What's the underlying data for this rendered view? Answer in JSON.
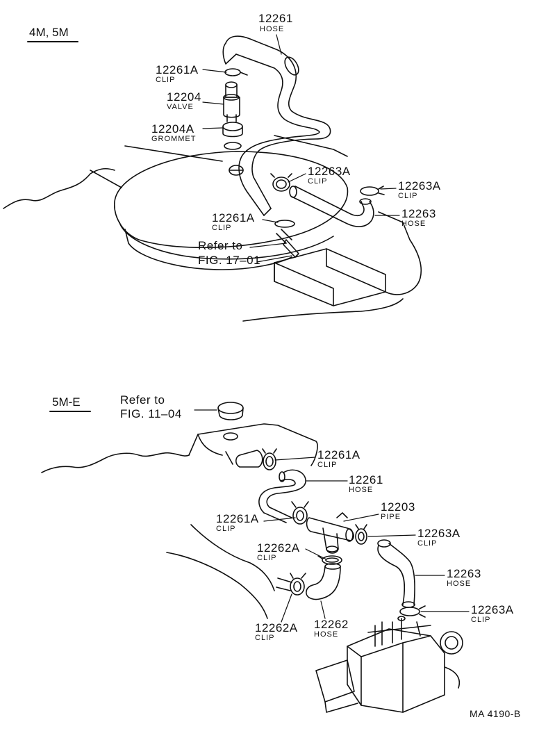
{
  "sections": {
    "top": "4M, 5M",
    "bottom": "5M-E"
  },
  "callouts": {
    "hose_12261_top": {
      "num": "12261",
      "name": "HOSE"
    },
    "clip_12261A_top1": {
      "num": "12261A",
      "name": "CLIP"
    },
    "valve_12204": {
      "num": "12204",
      "name": "VALVE"
    },
    "grommet_12204A": {
      "num": "12204A",
      "name": "GROMMET"
    },
    "clip_12263A_top1": {
      "num": "12263A",
      "name": "CLIP"
    },
    "clip_12263A_top2": {
      "num": "12263A",
      "name": "CLIP"
    },
    "hose_12263_top": {
      "num": "12263",
      "name": "HOSE"
    },
    "clip_12261A_top2": {
      "num": "12261A",
      "name": "CLIP"
    },
    "clip_12261A_bot1": {
      "num": "12261A",
      "name": "CLIP"
    },
    "hose_12261_bot": {
      "num": "12261",
      "name": "HOSE"
    },
    "pipe_12203": {
      "num": "12203",
      "name": "PIPE"
    },
    "clip_12261A_bot2": {
      "num": "12261A",
      "name": "CLIP"
    },
    "clip_12263A_bot1": {
      "num": "12263A",
      "name": "CLIP"
    },
    "clip_12262A_bot1": {
      "num": "12262A",
      "name": "CLIP"
    },
    "hose_12263_bot": {
      "num": "12263",
      "name": "HOSE"
    },
    "clip_12263A_bot2": {
      "num": "12263A",
      "name": "CLIP"
    },
    "clip_12262A_bot2": {
      "num": "12262A",
      "name": "CLIP"
    },
    "hose_12262": {
      "num": "12262",
      "name": "HOSE"
    }
  },
  "references": {
    "top_ref": {
      "line1": "Refer to",
      "line2": "FIG. 17–01"
    },
    "bottom_ref": {
      "line1": "Refer to",
      "line2": "FIG. 11–04"
    }
  },
  "figure_code": "MA  4190-B"
}
